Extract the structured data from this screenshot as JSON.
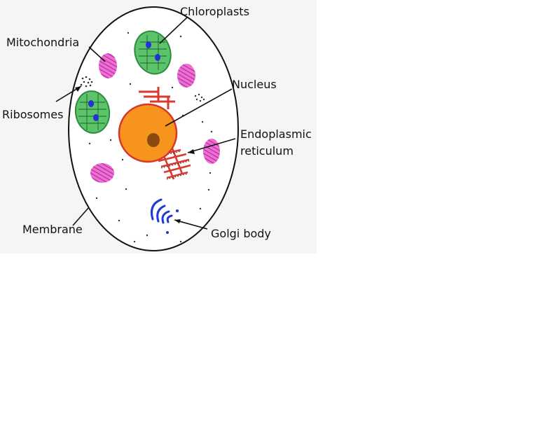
{
  "labels": {
    "chloroplasts": "Chloroplasts",
    "mitochondria": "Mitochondria",
    "nucleus": "Nucleus",
    "ribosomes": "Ribosomes",
    "endoplasmic_line1": "Endoplasmic",
    "endoplasmic_line2": "reticulum",
    "membrane": "Membrane",
    "golgi": "Golgi body"
  },
  "colors": {
    "background_panel": "#f5f5f5",
    "cell_fill": "#ffffff",
    "outline": "#111111",
    "chloroplast_fill": "#5bc46a",
    "chloroplast_edge": "#2f8a3e",
    "chloroplast_spot": "#2431d6",
    "mitochondria_fill": "#f06fd6",
    "mitochondria_stripe": "#b0309a",
    "nucleus_fill": "#f7941d",
    "nucleus_edge": "#d9362b",
    "nucleolus_fill": "#8b4a12",
    "er_color": "#d93a2f",
    "golgi_color": "#2038d8",
    "ribosome_color": "#333333"
  }
}
